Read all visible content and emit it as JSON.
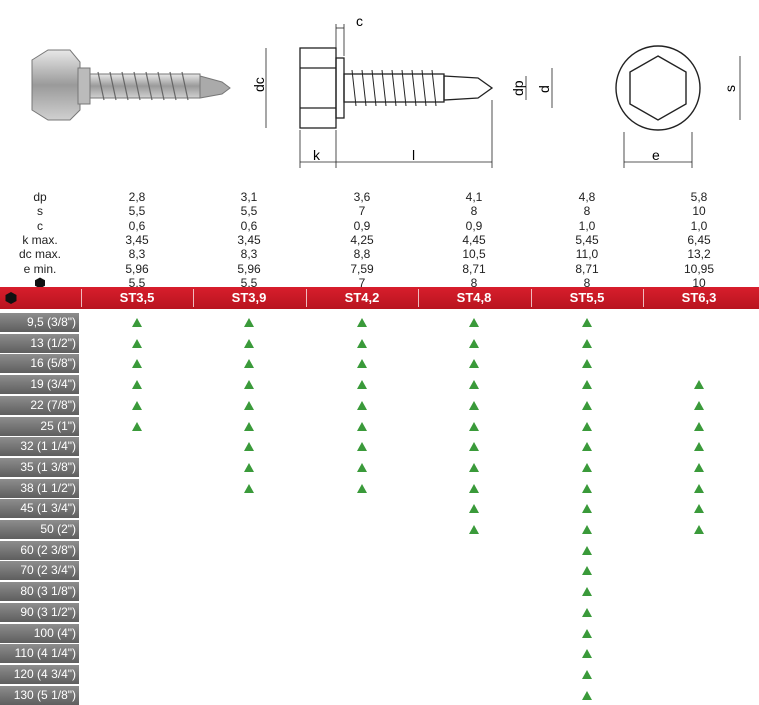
{
  "drawing_labels": {
    "c": "c",
    "dc": "dc",
    "k": "k",
    "l": "l",
    "dp": "dp",
    "d": "d",
    "s": "s",
    "e": "e"
  },
  "spec_labels": [
    "dp",
    "s",
    "c",
    "k max.",
    "dc max.",
    "e min."
  ],
  "hex_icon": "hex-wrench-icon",
  "columns": [
    {
      "name": "ST3,5",
      "specs": [
        "2,8",
        "5,5",
        "0,6",
        "3,45",
        "8,3",
        "5,96",
        "5,5"
      ]
    },
    {
      "name": "ST3,9",
      "specs": [
        "3,1",
        "5,5",
        "0,6",
        "3,45",
        "8,3",
        "5,96",
        "5,5"
      ]
    },
    {
      "name": "ST4,2",
      "specs": [
        "3,6",
        "7",
        "0,9",
        "4,25",
        "8,8",
        "7,59",
        "7"
      ]
    },
    {
      "name": "ST4,8",
      "specs": [
        "4,1",
        "8",
        "0,9",
        "4,45",
        "10,5",
        "8,71",
        "8"
      ]
    },
    {
      "name": "ST5,5",
      "specs": [
        "4,8",
        "8",
        "1,0",
        "5,45",
        "11,0",
        "8,71",
        "8"
      ]
    },
    {
      "name": "ST6,3",
      "specs": [
        "5,8",
        "10",
        "1,0",
        "6,45",
        "13,2",
        "10,95",
        "10"
      ]
    }
  ],
  "lengths": [
    "9,5 (3/8\")",
    "13 (1/2\")",
    "16 (5/8\")",
    "19 (3/4\")",
    "22 (7/8\")",
    "25 (1\")",
    "32 (1 1/4\")",
    "35 (1 3/8\")",
    "38 (1 1/2\")",
    "45 (1 3/4\")",
    "50 (2\")",
    "60 (2 3/8\")",
    "70 (2 3/4\")",
    "80 (3 1/8\")",
    "90 (3 1/2\")",
    "100 (4\")",
    "110 (4 1/4\")",
    "120 (4 3/4\")",
    "130 (5 1/8\")"
  ],
  "availability": [
    [
      1,
      1,
      1,
      1,
      1,
      0
    ],
    [
      1,
      1,
      1,
      1,
      1,
      0
    ],
    [
      1,
      1,
      1,
      1,
      1,
      0
    ],
    [
      1,
      1,
      1,
      1,
      1,
      1
    ],
    [
      1,
      1,
      1,
      1,
      1,
      1
    ],
    [
      1,
      1,
      1,
      1,
      1,
      1
    ],
    [
      0,
      1,
      1,
      1,
      1,
      1
    ],
    [
      0,
      1,
      1,
      1,
      1,
      1
    ],
    [
      0,
      1,
      1,
      1,
      1,
      1
    ],
    [
      0,
      0,
      0,
      1,
      1,
      1
    ],
    [
      0,
      0,
      0,
      1,
      1,
      1
    ],
    [
      0,
      0,
      0,
      0,
      1,
      0
    ],
    [
      0,
      0,
      0,
      0,
      1,
      0
    ],
    [
      0,
      0,
      0,
      0,
      1,
      0
    ],
    [
      0,
      0,
      0,
      0,
      1,
      0
    ],
    [
      0,
      0,
      0,
      0,
      1,
      0
    ],
    [
      0,
      0,
      0,
      0,
      1,
      0
    ],
    [
      0,
      0,
      0,
      0,
      1,
      0
    ],
    [
      0,
      0,
      0,
      0,
      1,
      0
    ]
  ],
  "colors": {
    "accent_red": "#c8191f",
    "available_marker": "#3a9a3a",
    "row_label_bg": "#7a7a7a"
  }
}
